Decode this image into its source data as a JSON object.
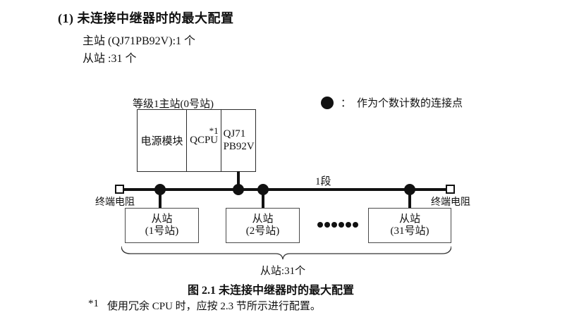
{
  "header": {
    "title": "(1) 未连接中继器时的最大配置",
    "master_count": "主站 (QJ71PB92V):1 个",
    "slave_count": "从站 :31 个"
  },
  "diagram": {
    "master_station": {
      "label": "等级1主站(0号站)",
      "modules": [
        {
          "name": "电源模块"
        },
        {
          "name": "QCPU",
          "note": "*1"
        },
        {
          "name": "QJ71\nPB92V"
        }
      ]
    },
    "legend": {
      "separator": "：",
      "label": "作为个数计数的连接点"
    },
    "bus": {
      "segment_label": "1段",
      "terminator_left": "终端电阻",
      "terminator_right": "终端电阻"
    },
    "slaves": [
      {
        "label": "从站\n(1号站)"
      },
      {
        "label": "从站\n(2号站)"
      },
      {
        "label": "从站\n(31号站)"
      }
    ],
    "slave_total_label": "从站:31个"
  },
  "caption": "图 2.1 未连接中继器时的最大配置",
  "footnote": {
    "marker": "*1",
    "text": "使用冗余 CPU 时，应按 2.3 节所示进行配置。"
  }
}
